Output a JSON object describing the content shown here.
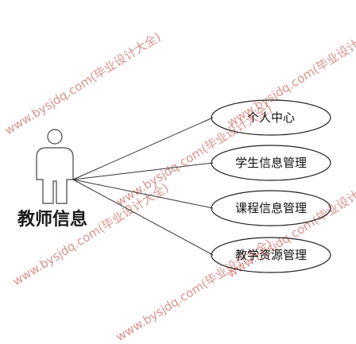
{
  "actor": {
    "name": "教师信息"
  },
  "use_cases": [
    {
      "id": "uc1",
      "label": "个人中心"
    },
    {
      "id": "uc2",
      "label": "学生信息管理"
    },
    {
      "id": "uc3",
      "label": "课程信息管理"
    },
    {
      "id": "uc4",
      "label": "教学资源管理"
    }
  ],
  "watermark": {
    "text": "www.bysjdq.com(毕业设计大全)",
    "color": "#c0392b"
  }
}
